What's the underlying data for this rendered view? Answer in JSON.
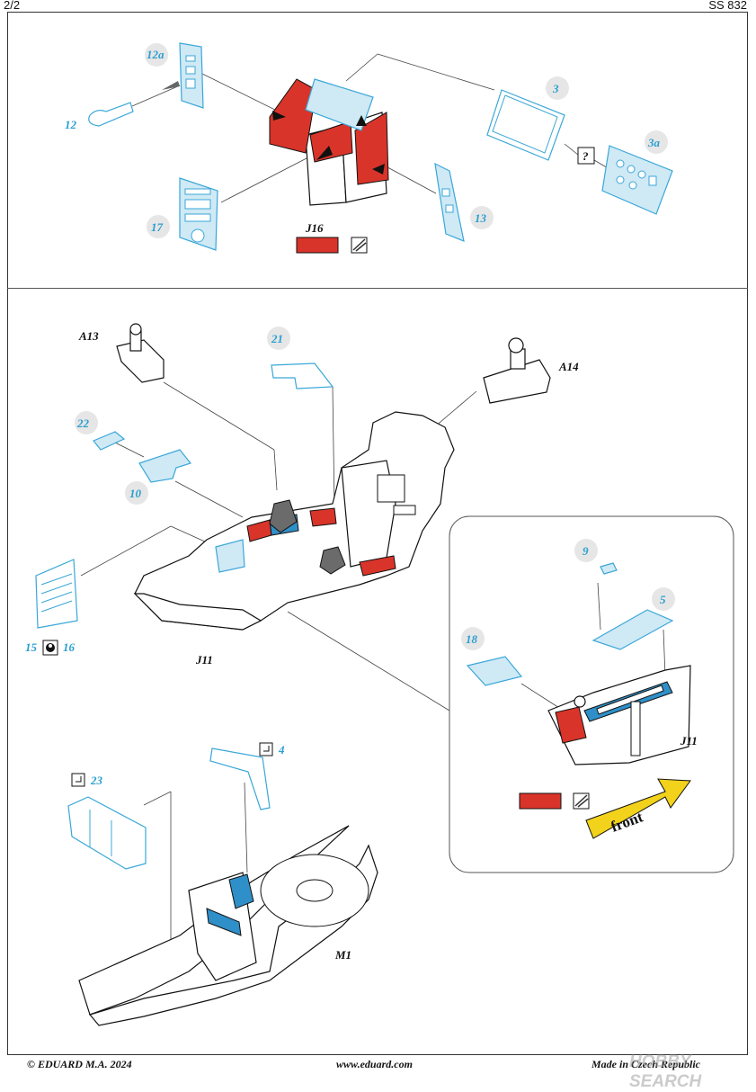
{
  "header": {
    "page": "2/2",
    "code": "SS 832"
  },
  "top_section": {
    "parts": {
      "p12a": "12a",
      "p12": "12",
      "p3": "3",
      "p3a": "3a",
      "p17": "17",
      "p13": "13"
    },
    "ref": "J16",
    "question": "?"
  },
  "main_section": {
    "parts": {
      "p21": "21",
      "p22": "22",
      "p10": "10",
      "p15": "15",
      "p16": "16"
    },
    "refs": {
      "a13": "A13",
      "a14": "A14",
      "j11": "J11"
    }
  },
  "detail_section": {
    "parts": {
      "p9": "9",
      "p5": "5",
      "p18": "18"
    },
    "ref": "J11",
    "arrow_label": "front"
  },
  "bottom_section": {
    "parts": {
      "p4": "4",
      "p23": "23"
    },
    "ref": "M1"
  },
  "colors": {
    "photo_etch": "#3aa7d8",
    "paint_red": "#d9342a",
    "paint_blue": "#2f8fc8",
    "arrow_yellow": "#f2d21b"
  },
  "footer": {
    "copyright": "© EDUARD  M.A. 2024",
    "website": "www.eduard.com",
    "made_in": "Made in Czech Republic",
    "watermark": "HOBBY SEARCH"
  }
}
